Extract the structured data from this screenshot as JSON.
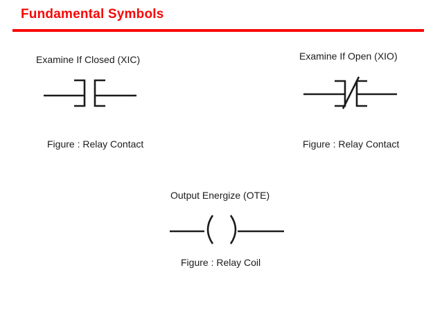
{
  "slide": {
    "title": "Fundamental Symbols",
    "accent_color": "#f90606",
    "ink_color": "#1b1b1b",
    "background_color": "#ffffff"
  },
  "figures": {
    "xic": {
      "label": "Examine If Closed (XIC)",
      "caption": "Figure : Relay Contact",
      "symbol": "normally-open-contact-icon"
    },
    "xio": {
      "label": "Examine If Open (XIO)",
      "caption": "Figure : Relay Contact",
      "symbol": "normally-closed-contact-icon"
    },
    "ote": {
      "label": "Output Energize (OTE)",
      "caption": "Figure : Relay Coil",
      "symbol": "relay-coil-icon"
    }
  }
}
